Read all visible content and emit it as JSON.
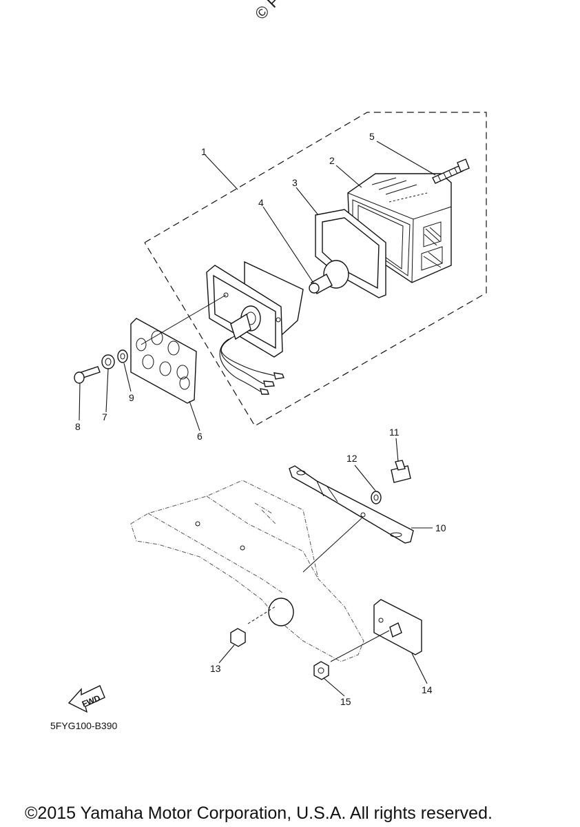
{
  "watermark": "© Pa",
  "diagram_code": "5FYG100-B390",
  "fwd_label": "FWD",
  "copyright": "©2015 Yamaha Motor Corporation, U.S.A. All rights reserved.",
  "callouts": [
    "1",
    "2",
    "3",
    "4",
    "5",
    "6",
    "7",
    "8",
    "9",
    "10",
    "11",
    "12",
    "13",
    "14",
    "15"
  ]
}
